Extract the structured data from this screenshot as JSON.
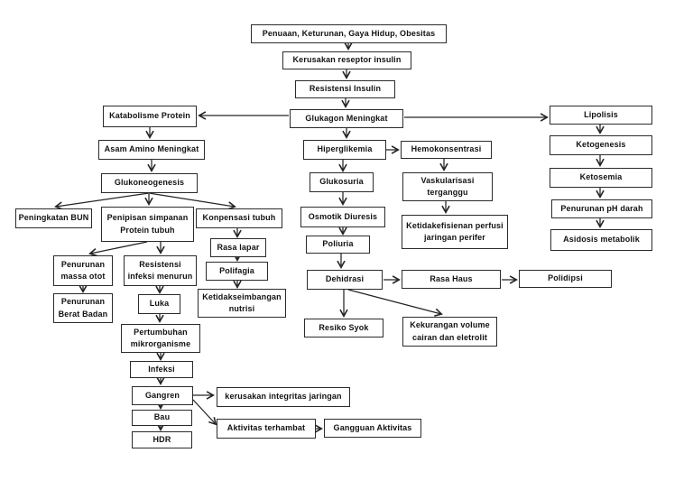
{
  "nodes": {
    "penuaan": "Penuaan, Keturunan, Gaya Hidup, Obesitas",
    "kerusakan_reseptor": "Kerusakan reseptor insulin",
    "resistensi_insulin": "Resistensi Insulin",
    "glukagon": "Glukagon Meningkat",
    "katabolisme": "Katabolisme Protein",
    "asam_amino": "Asam Amino Meningkat",
    "glukoneogenesis": "Glukoneogenesis",
    "peningkatan_bun": "Peningkatan BUN",
    "penipisan": "Penipisan simpanan Protein tubuh",
    "konpensasi": "Konpensasi tubuh",
    "rasa_lapar": "Rasa lapar",
    "polifagia": "Polifagia",
    "ketidakseimbangan": "Ketidakseimbangan nutrisi",
    "penurunan_massa": "Penurunan massa otot",
    "resistensi_infeksi": "Resistensi infeksi menurun",
    "penurunan_bb": "Penurunan Berat Badan",
    "luka": "Luka",
    "pertumbuhan": "Pertumbuhan mikrorganisme",
    "infeksi": "Infeksi",
    "gangren": "Gangren",
    "bau": "Bau",
    "hdr": "HDR",
    "kerusakan_integritas": "kerusakan integritas jaringan",
    "aktivitas_terhambat": "Aktivitas terhambat",
    "gangguan_aktivitas": "Gangguan Aktivitas",
    "hiperglikemia": "Hiperglikemia",
    "hemokonsentrasi": "Hemokonsentrasi",
    "glukosuria": "Glukosuria",
    "vaskularisasi": "Vaskularisasi terganggu",
    "osmotik": "Osmotik Diuresis",
    "ketidakefisienan": "Ketidakefisienan perfusi jaringan perifer",
    "poliuria": "Poliuria",
    "dehidrasi": "Dehidrasi",
    "rasa_haus": "Rasa Haus",
    "polidipsi": "Polidipsi",
    "resiko_syok": "Resiko Syok",
    "kekurangan": "Kekurangan volume cairan dan eletrolit",
    "lipolisis": "Lipolisis",
    "ketogenesis": "Ketogenesis",
    "ketosemia": "Ketosemia",
    "penurunan_ph": "Penurunan pH darah",
    "asidosis": "Asidosis metabolik"
  },
  "edges": [
    {
      "from": "penuaan",
      "to": "kerusakan_reseptor"
    },
    {
      "from": "kerusakan_reseptor",
      "to": "resistensi_insulin"
    },
    {
      "from": "resistensi_insulin",
      "to": "glukagon"
    },
    {
      "from": "glukagon",
      "to": "katabolisme"
    },
    {
      "from": "glukagon",
      "to": "lipolisis"
    },
    {
      "from": "glukagon",
      "to": "hiperglikemia"
    },
    {
      "from": "katabolisme",
      "to": "asam_amino"
    },
    {
      "from": "asam_amino",
      "to": "glukoneogenesis"
    },
    {
      "from": "glukoneogenesis",
      "to": "peningkatan_bun"
    },
    {
      "from": "glukoneogenesis",
      "to": "penipisan"
    },
    {
      "from": "glukoneogenesis",
      "to": "konpensasi"
    },
    {
      "from": "penipisan",
      "to": "penurunan_massa"
    },
    {
      "from": "penipisan",
      "to": "resistensi_infeksi"
    },
    {
      "from": "penurunan_massa",
      "to": "penurunan_bb"
    },
    {
      "from": "resistensi_infeksi",
      "to": "luka"
    },
    {
      "from": "luka",
      "to": "pertumbuhan"
    },
    {
      "from": "pertumbuhan",
      "to": "infeksi"
    },
    {
      "from": "infeksi",
      "to": "gangren"
    },
    {
      "from": "gangren",
      "to": "bau"
    },
    {
      "from": "bau",
      "to": "hdr"
    },
    {
      "from": "gangren",
      "to": "kerusakan_integritas"
    },
    {
      "from": "gangren",
      "to": "aktivitas_terhambat"
    },
    {
      "from": "aktivitas_terhambat",
      "to": "gangguan_aktivitas"
    },
    {
      "from": "konpensasi",
      "to": "rasa_lapar"
    },
    {
      "from": "rasa_lapar",
      "to": "polifagia"
    },
    {
      "from": "polifagia",
      "to": "ketidakseimbangan"
    },
    {
      "from": "hiperglikemia",
      "to": "hemokonsentrasi"
    },
    {
      "from": "hiperglikemia",
      "to": "glukosuria"
    },
    {
      "from": "glukosuria",
      "to": "osmotik"
    },
    {
      "from": "osmotik",
      "to": "poliuria"
    },
    {
      "from": "poliuria",
      "to": "dehidrasi"
    },
    {
      "from": "dehidrasi",
      "to": "resiko_syok"
    },
    {
      "from": "dehidrasi",
      "to": "kekurangan"
    },
    {
      "from": "dehidrasi",
      "to": "rasa_haus"
    },
    {
      "from": "rasa_haus",
      "to": "polidipsi"
    },
    {
      "from": "hemokonsentrasi",
      "to": "vaskularisasi"
    },
    {
      "from": "vaskularisasi",
      "to": "ketidakefisienan"
    },
    {
      "from": "lipolisis",
      "to": "ketogenesis"
    },
    {
      "from": "ketogenesis",
      "to": "ketosemia"
    },
    {
      "from": "ketosemia",
      "to": "penurunan_ph"
    },
    {
      "from": "penurunan_ph",
      "to": "asidosis"
    }
  ]
}
